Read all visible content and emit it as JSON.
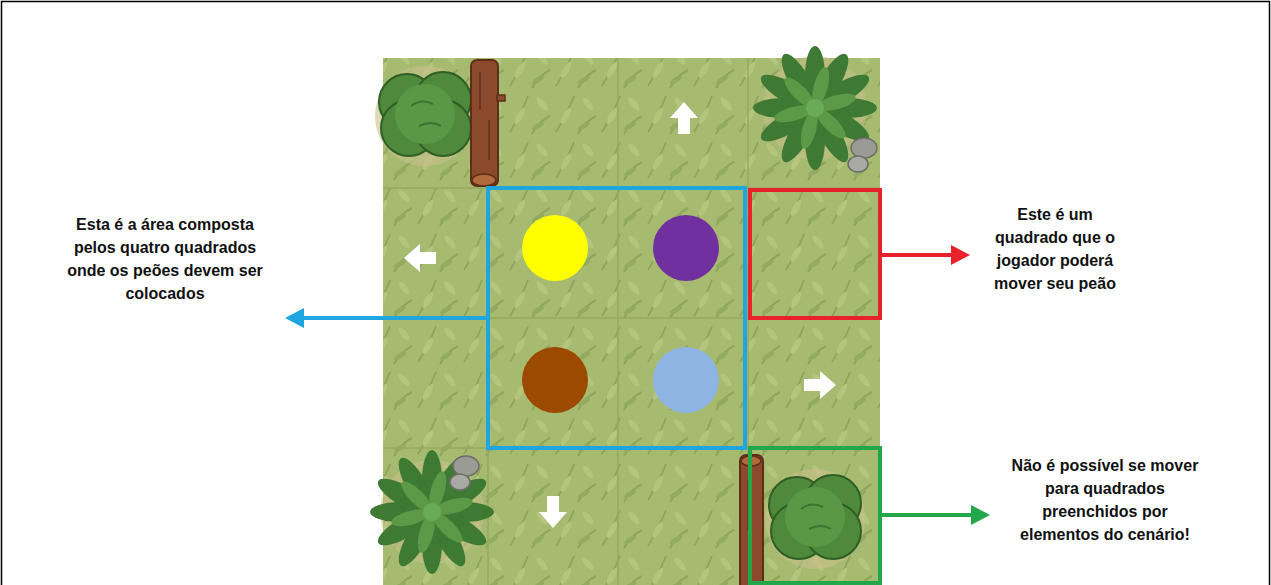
{
  "diagram": {
    "labels": [
      "Esta é a área composta pelos quatro quadrados onde os peões devem ser colocados",
      "Este é um quadrado que o jogador poderá mover seu peão",
      "Não é possível se mover para quadrados preenchidos por elementos do cenário!"
    ]
  }
}
